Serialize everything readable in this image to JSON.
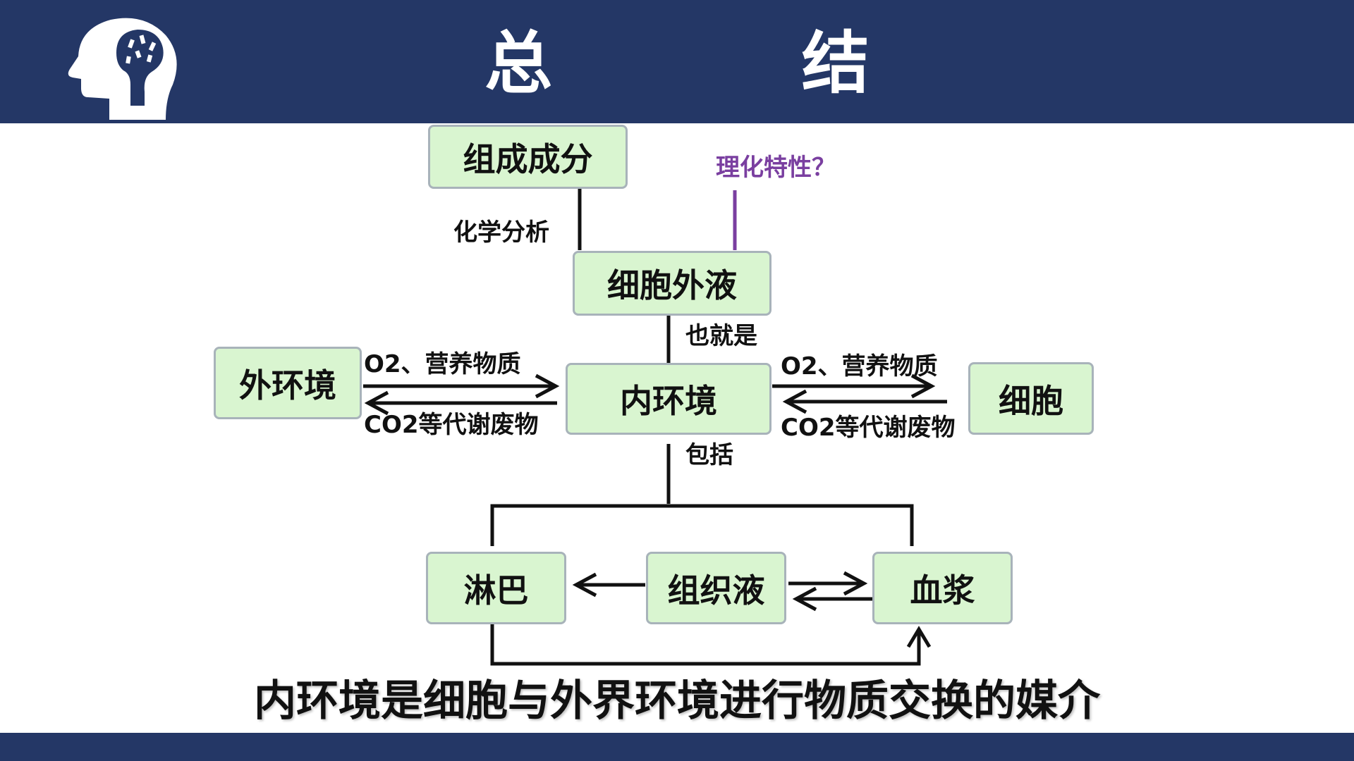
{
  "header": {
    "title": "总  结",
    "logo_icon": "brain-head-icon"
  },
  "nodes": {
    "composition": "组成成分",
    "extracellular_fluid": "细胞外液",
    "external_env": "外环境",
    "internal_env": "内环境",
    "cell": "细胞",
    "lymph": "淋巴",
    "tissue_fluid": "组织液",
    "plasma": "血浆"
  },
  "labels": {
    "chemical_analysis": "化学分析",
    "physicochemical": "理化特性？",
    "that_is": "也就是",
    "includes": "包括",
    "left_in": "O2、营养物质",
    "left_out": "CO2等代谢废物",
    "right_in": "O2、营养物质",
    "right_out": "CO2等代谢废物"
  },
  "summary": "内环境是细胞与外界环境进行物质交换的媒介",
  "colors": {
    "header_bg": "#243766",
    "box_fill": "#d9f5d0",
    "box_border": "#a8b3ba",
    "accent_purple": "#7a3fa0"
  }
}
